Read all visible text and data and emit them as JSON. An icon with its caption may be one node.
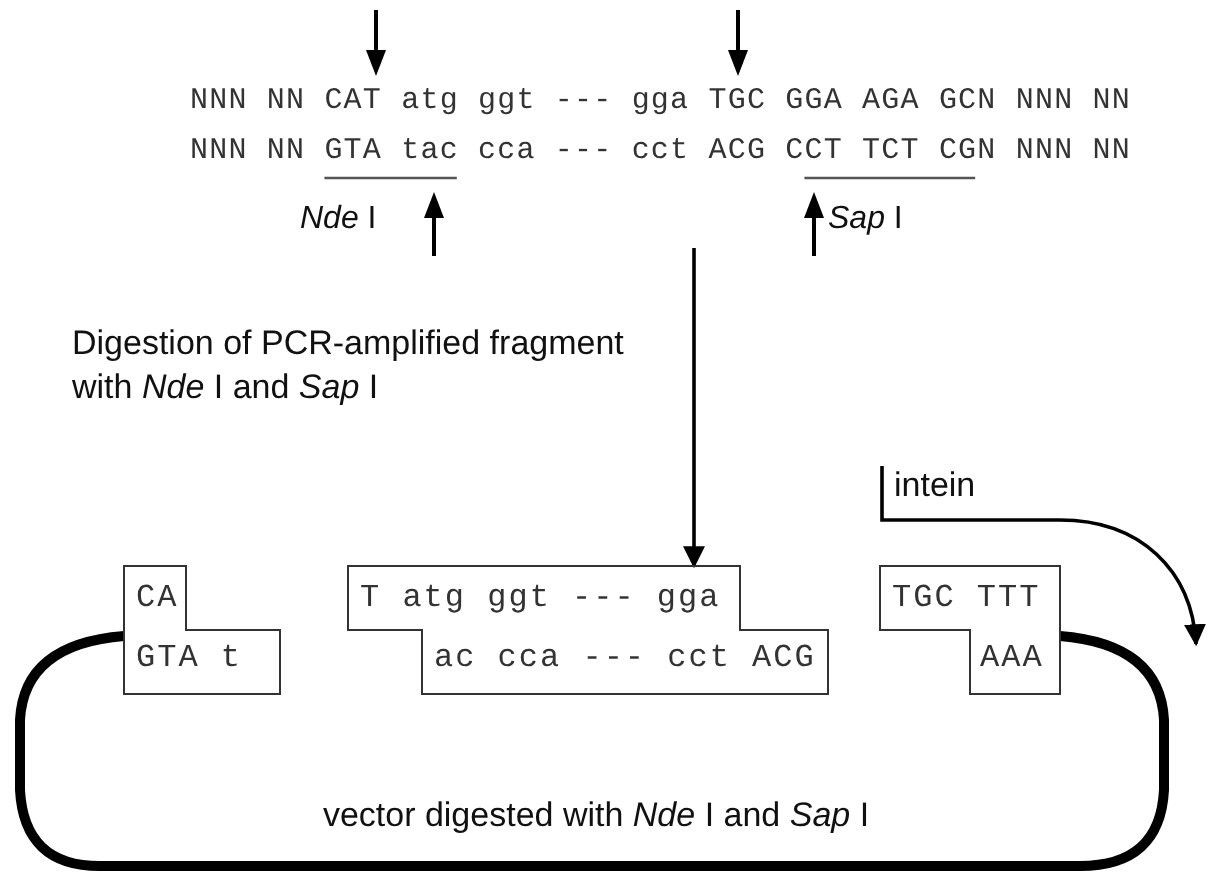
{
  "diagram": {
    "nodes": [
      {
        "text": [
          "NNN NN CAT atg ggt --- gga TGC GGA AGA GCN NNN NN",
          "NNN NN GTA tac cca --- cct ACG CCT TCT CGN NNN NN"
        ]
      },
      {
        "text": [
          "CA",
          "GTA t"
        ]
      },
      {
        "text": [
          "T atg ggt --- gga",
          "ac cca --- cct ACG"
        ]
      },
      {
        "text": [
          "TGC TTT",
          "AAA"
        ]
      },
      {
        "text": [
          "intein"
        ]
      }
    ],
    "edges": [
      {
        "from": 0,
        "to": 2,
        "arrow": "to",
        "label": "Digestion of PCR-amplified fragment with *Nde* I and *Sap* I"
      },
      {
        "from": 1,
        "to": 3,
        "arrow": "none",
        "style": "thick"
      },
      {
        "from": 4,
        "to": null,
        "arrow": "to"
      }
    ],
    "labels": [
      "*Nde* I",
      "*Sap* I",
      "vector digested with *Nde* I and *Sap* I"
    ]
  }
}
